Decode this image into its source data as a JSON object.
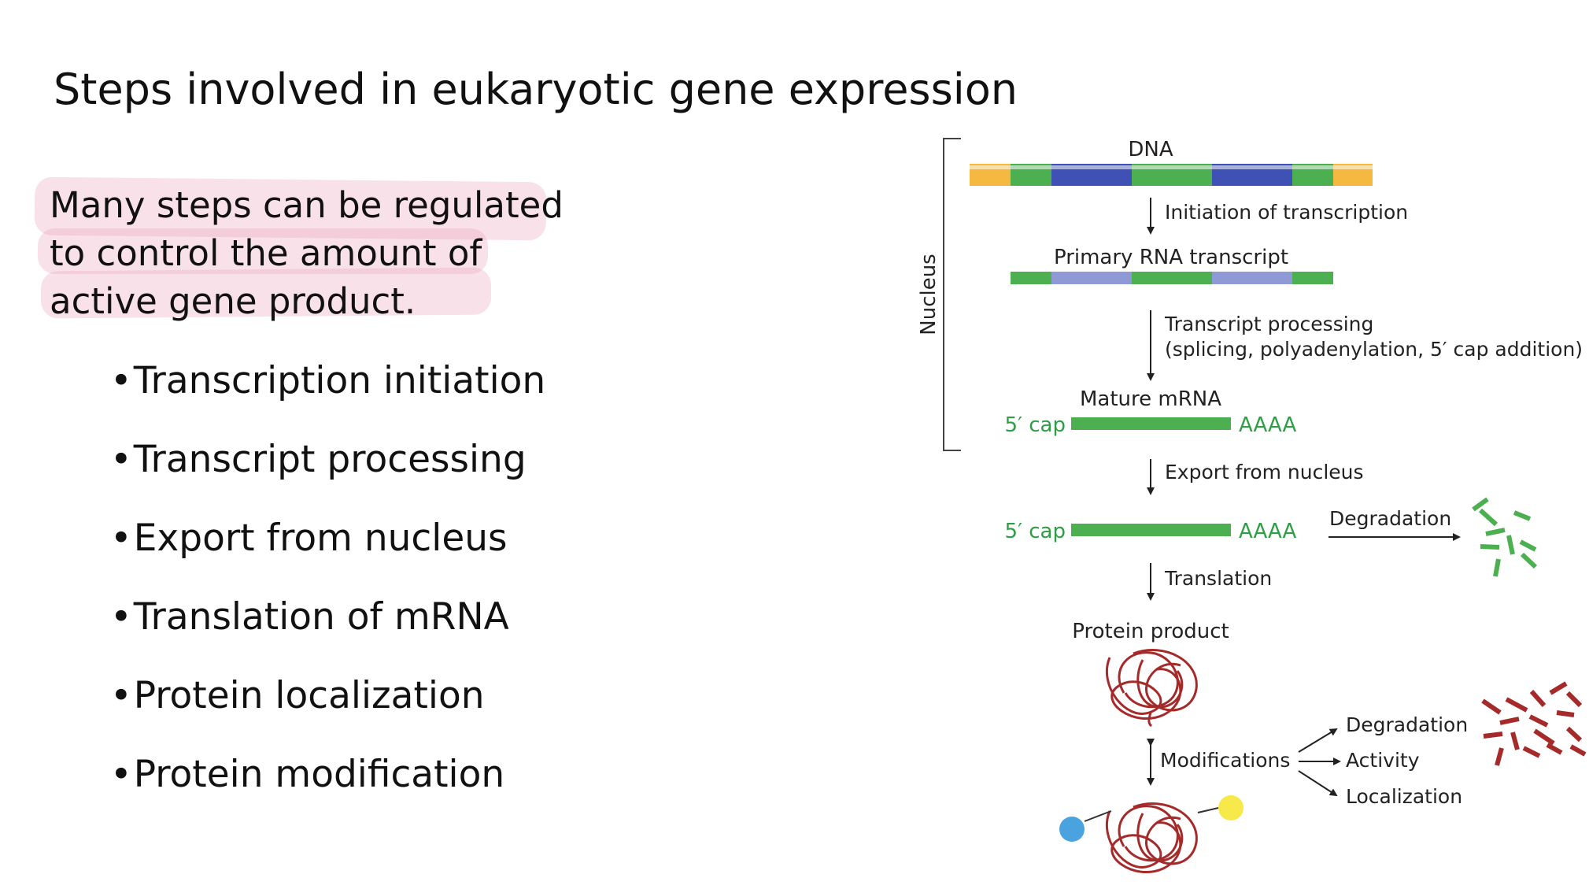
{
  "title": "Steps involved in eukaryotic gene expression",
  "intro_lines": [
    "Many steps can be regulated",
    "to control the amount of",
    "active gene product."
  ],
  "bullets": [
    "Transcription initiation",
    "Transcript processing",
    "Export from nucleus",
    "Translation of mRNA",
    "Protein localization",
    "Protein modification"
  ],
  "diagram": {
    "nucleus_label": "Nucleus",
    "dna_label": "DNA",
    "step_initiation": "Initiation of transcription",
    "primary_label": "Primary RNA transcript",
    "step_processing_1": "Transcript processing",
    "step_processing_2": "(splicing, polyadenylation, 5′ cap addition)",
    "mature_label": "Mature mRNA",
    "cap_label": "5′ cap",
    "polya_label": "AAAA",
    "step_export": "Export from nucleus",
    "cap_label_2": "5′ cap",
    "polya_label_2": "AAAA",
    "mrna_degradation": "Degradation",
    "step_translation": "Translation",
    "protein_label": "Protein product",
    "modifications_label": "Modifications",
    "outcome_degradation": "Degradation",
    "outcome_activity": "Activity",
    "outcome_localization": "Localization"
  },
  "colors": {
    "exon_green": "#4caf50",
    "intron_blue": "#3f51b5",
    "intron_light_blue": "#8e99d6",
    "dna_end_orange": "#f5b942",
    "protein_red": "#a52a2a",
    "cap_text_green": "#2e9e44",
    "highlight_pink": "#f1c6d3",
    "modification_blue": "#4aa3df",
    "modification_yellow": "#f7e94a"
  }
}
